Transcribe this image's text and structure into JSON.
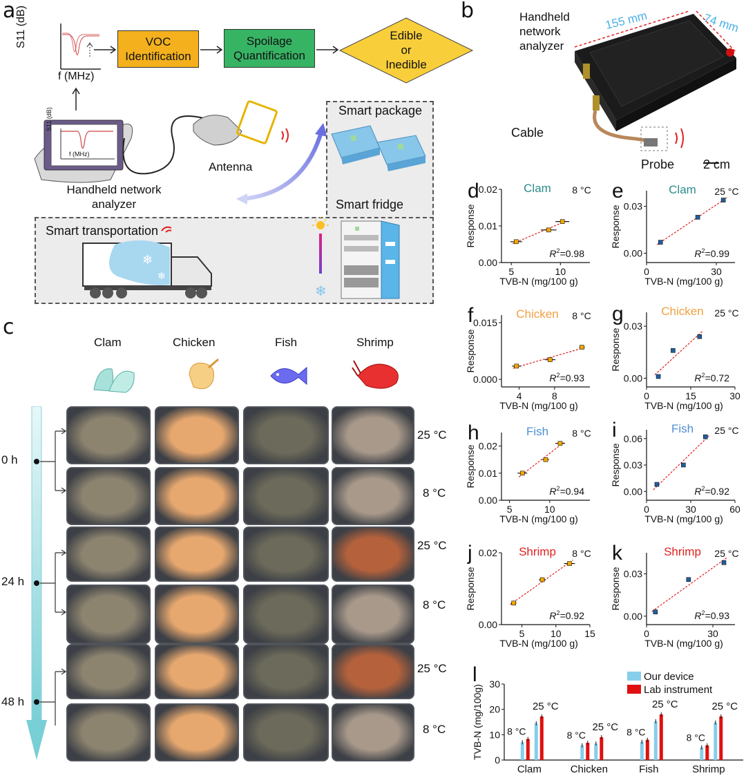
{
  "panel_labels": [
    "a",
    "b",
    "c",
    "d",
    "e",
    "f",
    "g",
    "h",
    "i",
    "j",
    "k",
    "l"
  ],
  "flow": {
    "s11_axis": "S11 (dB)",
    "f_axis": "f (MHz)",
    "box1": "VOC\nIdentification",
    "box2": "Spoilage\nQuantification",
    "box3": "Edible\nor\nInedible",
    "mini_s11": "S11 (dB)",
    "mini_f": "f (MHz)",
    "analyzer": "Handheld network\nanalyzer",
    "antenna": "Antenna",
    "smart_package": "Smart package",
    "smart_fridge": "Smart fridge",
    "smart_transport": "Smart transportation"
  },
  "photo_b": {
    "title": "Handheld\nnetwork\nanalyzer",
    "dim1": "155 mm",
    "dim2": "74 mm",
    "cable": "Cable",
    "probe": "Probe",
    "scale": "2 cm"
  },
  "panel_c": {
    "columns": [
      "Clam",
      "Chicken",
      "Fish",
      "Shrimp"
    ],
    "times": [
      "0 h",
      "24 h",
      "48 h"
    ],
    "temps": [
      "25 °C",
      "8 °C",
      "25 °C",
      "8 °C",
      "25 °C",
      "8 °C"
    ],
    "colors": {
      "clam": "#8d8470",
      "chicken": "#e7a86f",
      "fish": "#6c6a5a",
      "shrimp": "#a8998a",
      "shrimp_cooked": "#b5623c",
      "arrow": "#9fd9dd"
    }
  },
  "chart_data": [
    {
      "id": "d",
      "type": "scatter",
      "series_label": "Clam",
      "label_color": "#2e8b8b",
      "temp": "8 °C",
      "xlabel": "TVB-N (mg/100 g)",
      "ylabel": "Response",
      "xlim": [
        4,
        13
      ],
      "ylim": [
        0,
        0.02
      ],
      "xticks": [
        5,
        10
      ],
      "yticks": [
        0.0,
        0.01,
        0.02
      ],
      "yfmt": 2,
      "x": [
        5.5,
        8.8,
        10.2
      ],
      "y": [
        0.0057,
        0.0089,
        0.0112
      ],
      "xerr": [
        0.6,
        0.8,
        0.7
      ],
      "r2": "=0.98",
      "marker": "#f2a900"
    },
    {
      "id": "e",
      "type": "scatter",
      "series_label": "Clam",
      "label_color": "#2e8b8b",
      "temp": "25 °C",
      "xlabel": "TVB-N (mg/100 g)",
      "ylabel": "Response",
      "xlim": [
        0,
        38
      ],
      "ylim": [
        -0.006,
        0.04
      ],
      "xticks": [
        0,
        30
      ],
      "yticks": [
        0.0,
        0.03
      ],
      "yfmt": 2,
      "x": [
        6,
        22,
        33
      ],
      "y": [
        0.007,
        0.023,
        0.034
      ],
      "xerr": [
        0.8,
        0.8,
        0.8
      ],
      "r2": "=0.99",
      "marker": "#1f5fa0"
    },
    {
      "id": "f",
      "type": "scatter",
      "series_label": "Chicken",
      "label_color": "#f0a040",
      "temp": "8 °C",
      "xlabel": "TVB-N (mg/100 g)",
      "ylabel": "Response",
      "xlim": [
        2,
        12
      ],
      "ylim": [
        -0.002,
        0.017
      ],
      "xticks": [
        4,
        8
      ],
      "yticks": [
        0.0,
        0.015
      ],
      "yfmt": 3,
      "x": [
        3.7,
        7.5,
        11.1
      ],
      "y": [
        0.0035,
        0.0052,
        0.0085
      ],
      "xerr": [
        0.5,
        0.6,
        0.3
      ],
      "r2": "=0.93",
      "marker": "#f2a900"
    },
    {
      "id": "g",
      "type": "scatter",
      "series_label": "Chicken",
      "label_color": "#f0a040",
      "temp": "25 °C",
      "xlabel": "TVB-N (mg/100 g)",
      "ylabel": "Response",
      "xlim": [
        0,
        30
      ],
      "ylim": [
        -0.005,
        0.038
      ],
      "xticks": [
        0,
        15,
        30
      ],
      "yticks": [
        0.0,
        0.03
      ],
      "yfmt": 2,
      "x": [
        4,
        9,
        18
      ],
      "y": [
        0.001,
        0.016,
        0.024
      ],
      "xerr": [
        0.6,
        0.6,
        0.6
      ],
      "r2": "=0.72",
      "marker": "#1f5fa0"
    },
    {
      "id": "h",
      "type": "scatter",
      "series_label": "Fish",
      "label_color": "#4f8fd6",
      "temp": "8 °C",
      "xlabel": "TVB-N (mg/100 g)",
      "ylabel": "Response",
      "xlim": [
        4,
        15
      ],
      "ylim": [
        0,
        0.025
      ],
      "xticks": [
        5,
        10
      ],
      "yticks": [
        0.0,
        0.01,
        0.02
      ],
      "yfmt": 2,
      "x": [
        6.6,
        9.5,
        11.3
      ],
      "y": [
        0.01,
        0.015,
        0.021
      ],
      "xerr": [
        0.6,
        0.4,
        0.6
      ],
      "r2": "=0.94",
      "marker": "#f2a900"
    },
    {
      "id": "i",
      "type": "scatter",
      "series_label": "Fish",
      "label_color": "#4f8fd6",
      "temp": "25 °C",
      "xlabel": "TVB-N (mg/100 g)",
      "ylabel": "Response",
      "xlim": [
        0,
        60
      ],
      "ylim": [
        -0.01,
        0.07
      ],
      "xticks": [
        0,
        30,
        60
      ],
      "yticks": [
        0.0,
        0.03,
        0.06
      ],
      "yfmt": 2,
      "x": [
        7,
        25,
        40
      ],
      "y": [
        0.008,
        0.03,
        0.062
      ],
      "xerr": [
        0.8,
        0.8,
        0.8
      ],
      "r2": "=0.92",
      "marker": "#1f5fa0"
    },
    {
      "id": "j",
      "type": "scatter",
      "series_label": "Shrimp",
      "label_color": "#e02020",
      "temp": "8 °C",
      "xlabel": "TVB-N (mg/100 g)",
      "ylabel": "Response",
      "xlim": [
        2,
        15
      ],
      "ylim": [
        0,
        0.02
      ],
      "xticks": [
        5,
        10,
        15
      ],
      "yticks": [
        0.0,
        0.02
      ],
      "yfmt": 2,
      "x": [
        3.8,
        8.0,
        12.0
      ],
      "y": [
        0.006,
        0.0125,
        0.017
      ],
      "xerr": [
        0.4,
        0.5,
        0.8
      ],
      "r2": "=0.92",
      "marker": "#f2a900"
    },
    {
      "id": "k",
      "type": "scatter",
      "series_label": "Shrimp",
      "label_color": "#e02020",
      "temp": "25 °C",
      "xlabel": "TVB-N (mg/100 g)",
      "ylabel": "Response",
      "xlim": [
        0,
        40
      ],
      "ylim": [
        -0.006,
        0.045
      ],
      "xticks": [
        0,
        30
      ],
      "yticks": [
        0.0,
        0.03
      ],
      "yfmt": 2,
      "x": [
        4,
        19,
        35
      ],
      "y": [
        0.003,
        0.026,
        0.038
      ],
      "xerr": [
        0.6,
        0.7,
        0.6
      ],
      "r2": "=0.93",
      "marker": "#1f5fa0"
    },
    {
      "id": "l",
      "type": "bar",
      "ylabel": "TVB-N (mg/100g)",
      "ylim": [
        0,
        30
      ],
      "yticks": [
        0,
        10,
        20,
        30
      ],
      "categories": [
        "Clam",
        "Chicken",
        "Fish",
        "Shrimp"
      ],
      "group_labels": [
        "8 °C",
        "25 °C"
      ],
      "series": [
        {
          "name": "Our device",
          "color": "#87ceeb",
          "values_8C": [
            7.0,
            5.8,
            7.2,
            5.0
          ],
          "values_25C": [
            14.5,
            6.5,
            15.3,
            14.8
          ]
        },
        {
          "name": "Lab instrument",
          "color": "#e01010",
          "values_8C": [
            8.3,
            6.8,
            8.0,
            5.8
          ],
          "values_25C": [
            17.2,
            9.0,
            18.0,
            17.2
          ]
        }
      ]
    }
  ]
}
